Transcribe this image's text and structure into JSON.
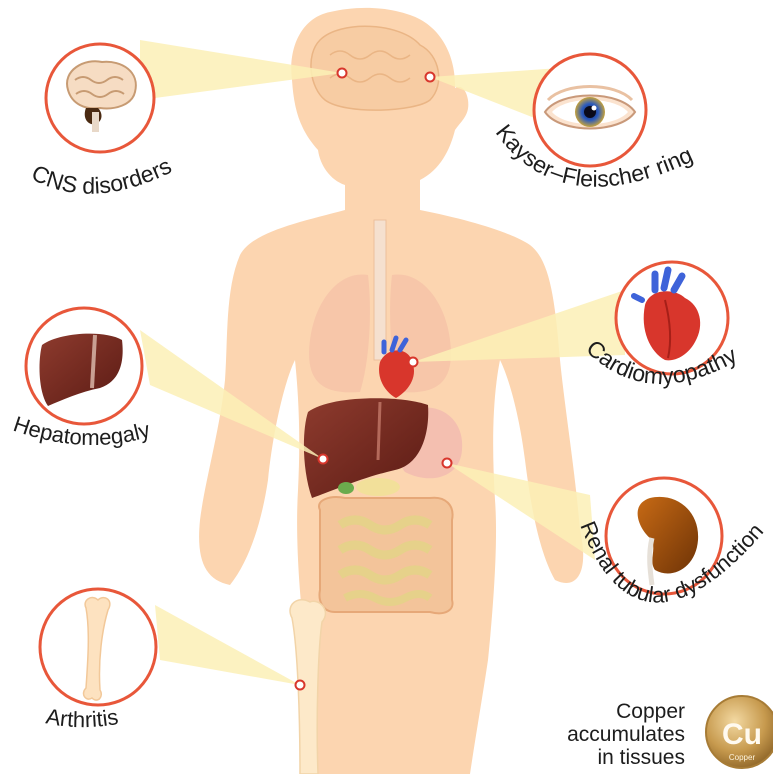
{
  "conditions": [
    {
      "id": "cns",
      "label": "CNS disorders",
      "icon": "brain-icon"
    },
    {
      "id": "eye",
      "label": "Kayser–Fleischer ring",
      "icon": "eye-icon"
    },
    {
      "id": "heart",
      "label": "Cardiomyopathy",
      "icon": "heart-icon"
    },
    {
      "id": "liver",
      "label": "Hepatomegaly",
      "icon": "liver-icon"
    },
    {
      "id": "kidney",
      "label": "Renal tubular dysfunction",
      "icon": "kidney-icon"
    },
    {
      "id": "bone",
      "label": "Arthritis",
      "icon": "bone-icon"
    }
  ],
  "note": {
    "lines": [
      "Copper",
      "accumulates",
      "in tissues"
    ]
  },
  "element_badge": {
    "symbol": "Cu",
    "name": "Copper"
  },
  "colors": {
    "body": "#fcd5b0",
    "circle_ring": "#e8573a",
    "beam": "#fbf0b6",
    "marker": "#d8362c",
    "badge": "#c69a4f"
  }
}
